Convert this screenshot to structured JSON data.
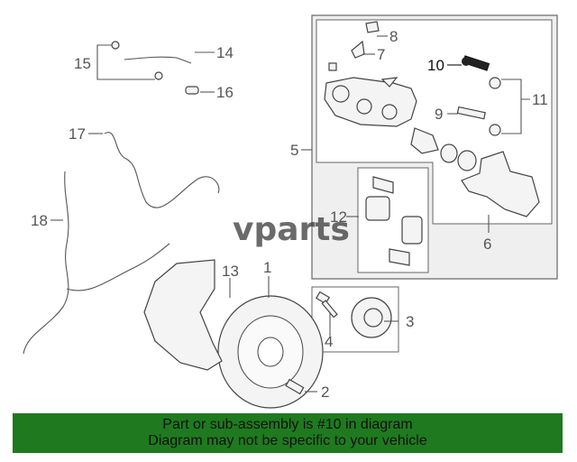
{
  "callouts": {
    "c1": "1",
    "c2": "2",
    "c3": "3",
    "c4": "4",
    "c5": "5",
    "c6": "6",
    "c7": "7",
    "c8": "8",
    "c9": "9",
    "c10": "10",
    "c11": "11",
    "c12": "12",
    "c13": "13",
    "c14": "14",
    "c15": "15",
    "c16": "16",
    "c17": "17",
    "c18": "18"
  },
  "watermark": "vparts",
  "highlight_color": "#111111",
  "banner": {
    "line1": "Part or sub-assembly is #10 in diagram",
    "line2": "Diagram may not be specific to your vehicle",
    "background": "#1f7a1f"
  }
}
